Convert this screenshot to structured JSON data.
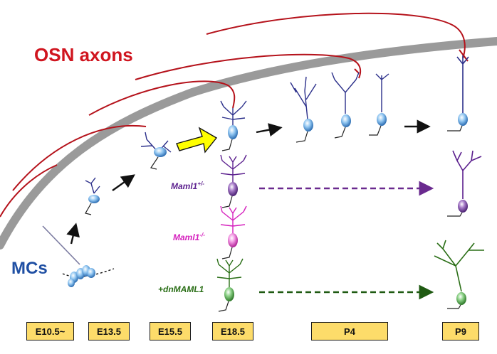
{
  "title_axons": "OSN axons",
  "title_mcs": "MCs",
  "genotypes": {
    "het": {
      "base": "Maml1",
      "sup": "+/-",
      "color": "#5b1f8e"
    },
    "ko": {
      "base": "Maml1",
      "sup": "-/-",
      "color": "#d51fbd"
    },
    "dn": {
      "text": "+dnMAML1",
      "color": "#2a6e16"
    }
  },
  "stages": [
    "E10.5~",
    "E13.5",
    "E15.5",
    "E18.5",
    "P4",
    "P9"
  ],
  "colors": {
    "axon": "#b5121b",
    "olfactory_layer": "#9a9a9a",
    "wildtype_dendrite": "#2b2f8a",
    "soma": "#5aa0e0",
    "highlight_arrow": "#ffff00",
    "stage_box": "#fddc6a",
    "mcs_label": "#1f4fa3"
  },
  "icons": [
    "thick-arrow-icon",
    "dashed-arrow-icon",
    "small-arrow-icon"
  ]
}
